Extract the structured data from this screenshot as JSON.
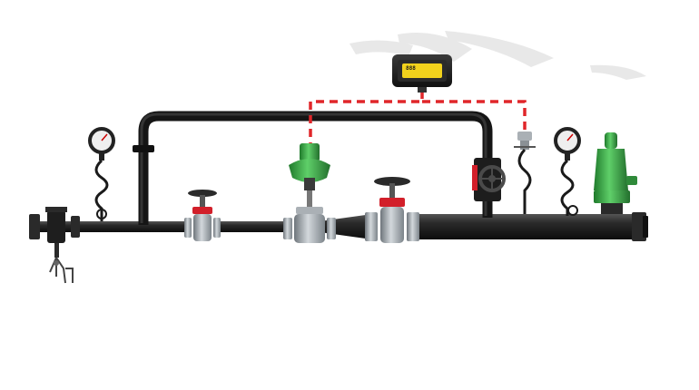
{
  "diagram": {
    "controller": {
      "display_label": "888"
    },
    "components": [
      "steam-trap-assembly",
      "pressure-gauge-upstream",
      "gate-valve-inlet",
      "pressure-reducing-control-valve",
      "gate-valve-outlet",
      "bypass-globe-valve",
      "pressure-transmitter",
      "pressure-gauge-downstream",
      "safety-relief-valve",
      "pid-controller"
    ],
    "colors": {
      "pipe": "#1e1e1e",
      "valve_body": "#9aa0a5",
      "valve_flange_accent": "#d21f2a",
      "actuator_green": "#3fa64a",
      "signal_line": "#e0262a",
      "controller_display": "#f2d21c",
      "shadow": "#e6e6e6"
    }
  }
}
